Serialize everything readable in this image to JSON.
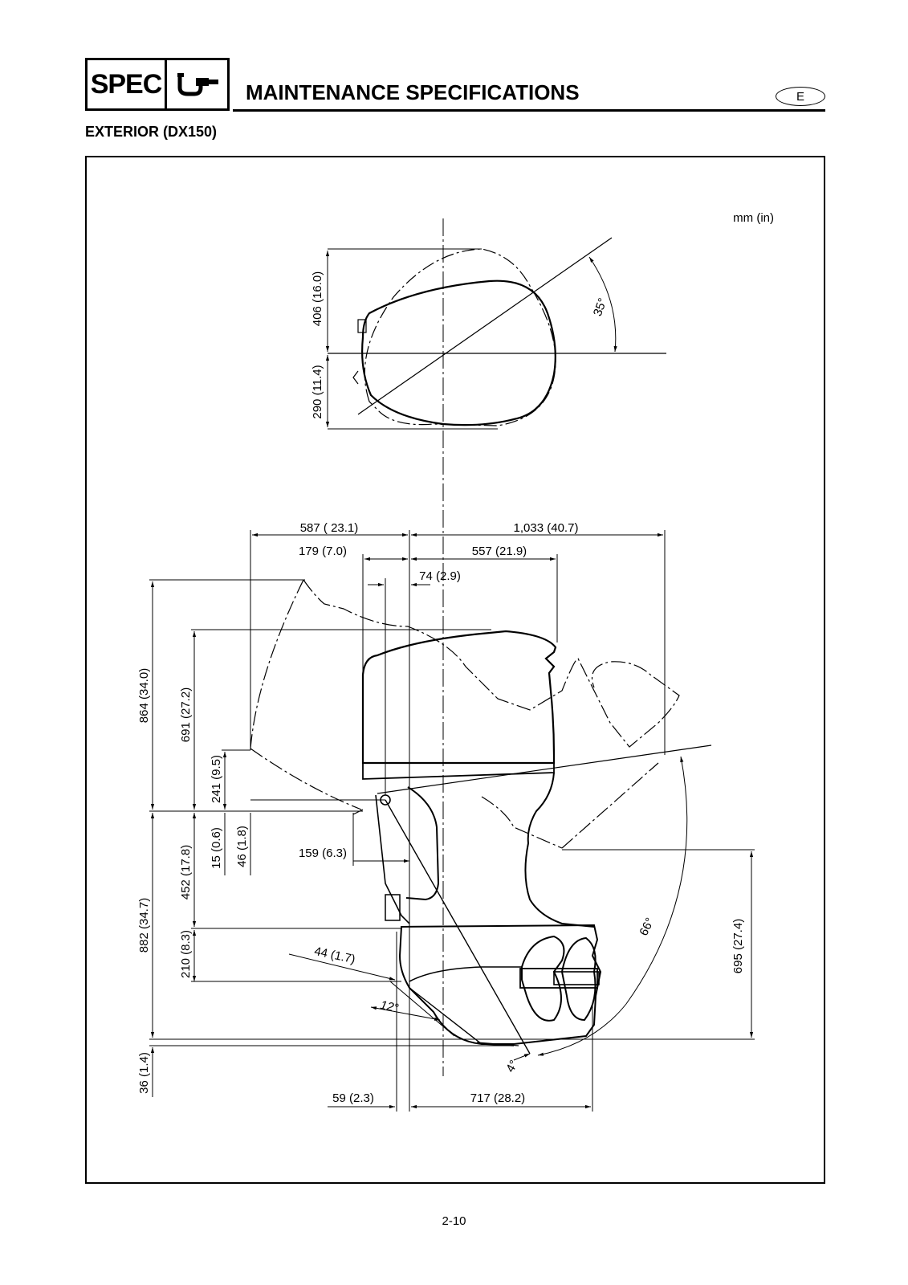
{
  "header": {
    "spec_label": "SPEC",
    "spec_icon": "micrometer-icon",
    "title": "MAINTENANCE SPECIFICATIONS",
    "language_badge": "E"
  },
  "section": {
    "title": "EXTERIOR (DX150)"
  },
  "diagram": {
    "units": "mm (in)",
    "top_view": {
      "front_height": "406 (16.0)",
      "rear_height": "290 (11.4)",
      "turn_angle": "35°"
    },
    "side_view": {
      "width_front": "587 ( 23.1)",
      "width_rear": "1,033 (40.7)",
      "mount_front": "179 (7.0)",
      "cowl_rear": "557 (21.9)",
      "pivot_offset": "74 (2.9)",
      "total_upper_height": "864 (34.0)",
      "cowl_height": "691 (27.2)",
      "bracket_height": "241 (9.5)",
      "offset_15": "15 (0.6)",
      "offset_46": "46 (1.8)",
      "bracket_depth": "159 (6.3)",
      "lower_height": "882 (34.7)",
      "shaft_height": "452 (17.8)",
      "gearcase_height": "210 (8.3)",
      "skeg_offset": "44 (1.7)",
      "trim_angle": "12°",
      "tilt_angle": "66°",
      "trim_in_angle": "4°",
      "tilt_clearance": "695 (27.4)",
      "skeg_depth": "36 (1.4)",
      "transom_offset": "59 (2.3)",
      "propeller_length": "717 (28.2)"
    }
  },
  "footer": {
    "page_number": "2-10"
  }
}
